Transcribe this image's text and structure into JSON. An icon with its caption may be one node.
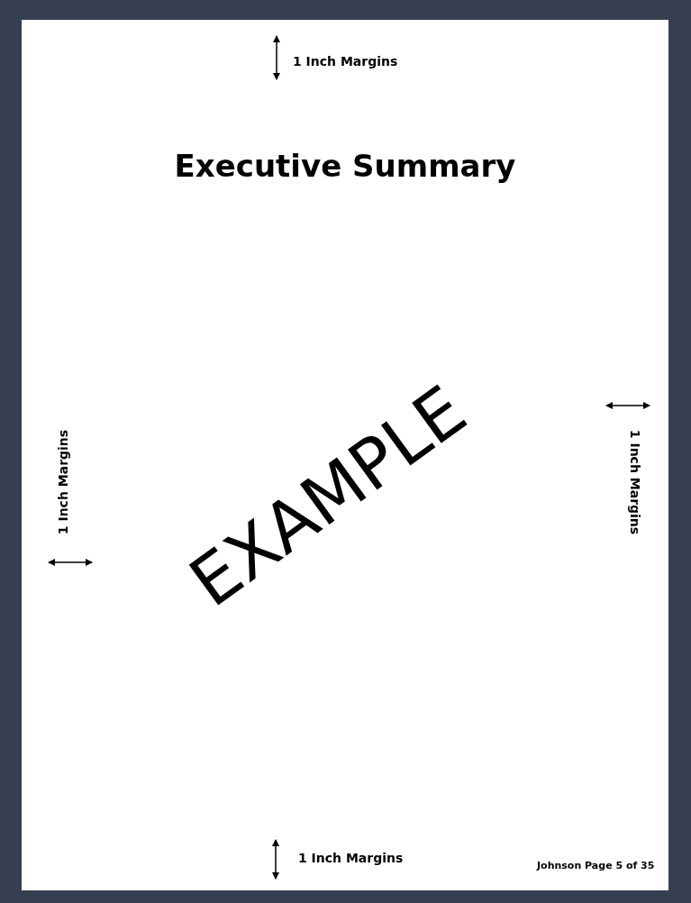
{
  "diagram": {
    "title": "Executive Summary",
    "labels": [
      "1 Inch Margins",
      "1 Inch Margins",
      "1 Inch Margins",
      "EXAMPLE",
      "1 Inch Margins",
      "Johnson Page 5 of 35"
    ]
  }
}
